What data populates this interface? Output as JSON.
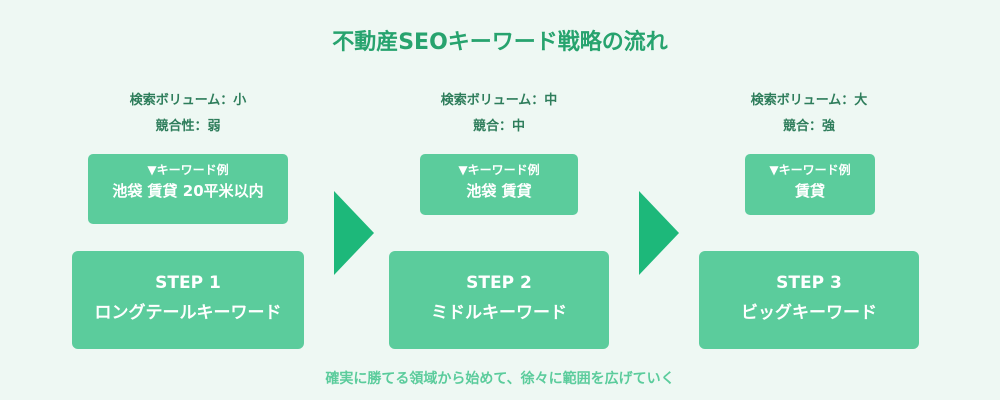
{
  "title": "不動産SEOキーワード戦略の流れ",
  "steps": [
    {
      "volume": "検索ボリューム：小",
      "competition": "競合性：弱",
      "keyword_heading": "▼キーワード例",
      "keyword_example": "池袋 賃貸 20平米以内",
      "step_label": "STEP 1",
      "step_name": "ロングテールキーワード"
    },
    {
      "volume": "検索ボリューム：中",
      "competition": "競合：中",
      "keyword_heading": "▼キーワード例",
      "keyword_example": "池袋 賃貸",
      "step_label": "STEP 2",
      "step_name": "ミドルキーワード"
    },
    {
      "volume": "検索ボリューム：大",
      "competition": "競合：強",
      "keyword_heading": "▼キーワード例",
      "keyword_example": "賃貸",
      "step_label": "STEP 3",
      "step_name": "ビッグキーワード"
    }
  ],
  "footer": "確実に勝てる領域から始めて、徐々に範囲を広げていく",
  "colors": {
    "title": "#27a36e",
    "box": "#5bcc9c",
    "arrow": "#1db87a",
    "background": "#eef8f3"
  }
}
